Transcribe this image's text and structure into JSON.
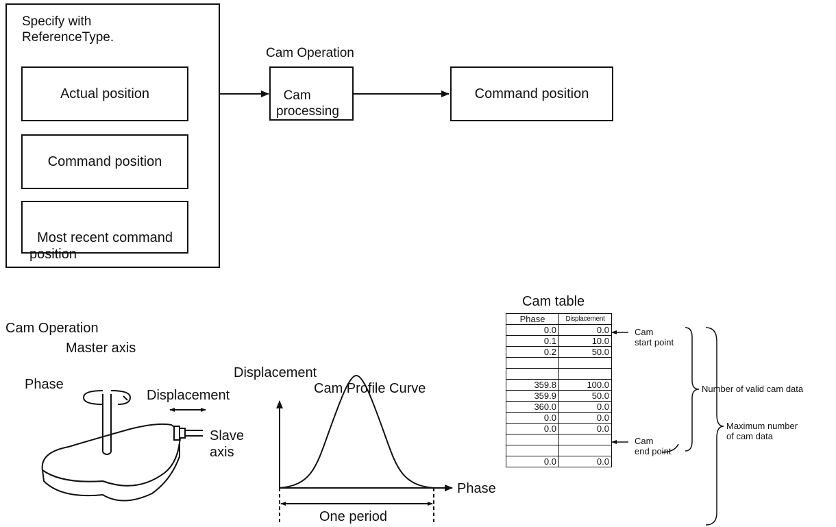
{
  "top": {
    "group_label": "Specify with\nReferenceType.",
    "sources": [
      "Actual position",
      "Command position",
      "Most recent command\nposition"
    ],
    "cam_op_label": "Cam Operation",
    "cam_processing": "Cam\nprocessing",
    "output": "Command position"
  },
  "bottom": {
    "cam_op_label": "Cam Operation",
    "master_axis": "Master axis",
    "phase": "Phase",
    "displacement": "Displacement",
    "slave_axis": "Slave\naxis"
  },
  "profile": {
    "y_label": "Displacement",
    "title": "Cam Profile Curve",
    "x_label": "Phase",
    "period": "One period"
  },
  "cam_table": {
    "title": "Cam table",
    "headers": [
      "Phase",
      "Displacement"
    ],
    "rows": [
      [
        "0.0",
        "0.0"
      ],
      [
        "0.1",
        "10.0"
      ],
      [
        "0.2",
        "50.0"
      ],
      [
        "",
        ""
      ],
      [
        "",
        ""
      ],
      [
        "359.8",
        "100.0"
      ],
      [
        "359.9",
        "50.0"
      ],
      [
        "360.0",
        "0.0"
      ],
      [
        "0.0",
        "0.0"
      ],
      [
        "0.0",
        "0.0"
      ],
      [
        "",
        ""
      ],
      [
        "",
        ""
      ],
      [
        "0.0",
        "0.0"
      ]
    ],
    "cam_start": "Cam\nstart point",
    "cam_end": "Cam\nend point",
    "valid_data": "Number of valid cam data",
    "max_data": "Maximum number\nof cam data"
  }
}
